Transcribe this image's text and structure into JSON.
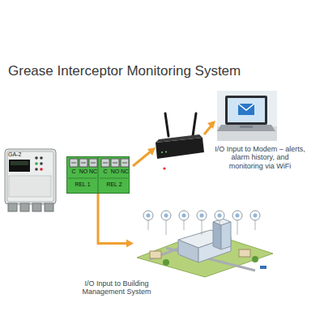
{
  "diagram": {
    "title": "Grease Interceptor Monitoring System",
    "nodes": [
      {
        "text": [
          "GA-2"
        ]
      },
      {
        "text": [
          "C",
          "NO",
          "NC",
          "C",
          "NO",
          "NC",
          "REL 1",
          "REL 2"
        ]
      },
      {
        "text": [
          "I/O Input to Modem – alerts, alarm history, and monitoring via WiFi"
        ]
      },
      {
        "text": [
          "I/O Input to Building Management System"
        ]
      }
    ],
    "edges": [
      {
        "from": 1,
        "to": 3,
        "arrow": "to"
      }
    ]
  }
}
